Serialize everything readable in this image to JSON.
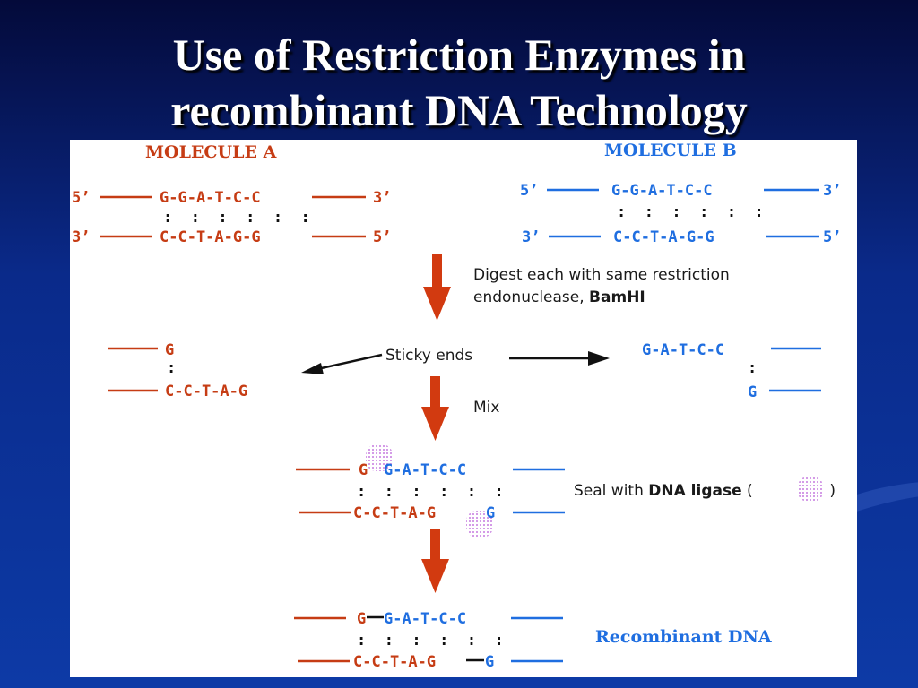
{
  "slide": {
    "title_line1": "Use of Restriction Enzymes in",
    "title_line2": "recombinant DNA Technology"
  },
  "diagram": {
    "molecule_a": {
      "label": "MOLECULE A",
      "top_5": "5’",
      "top_seq": "G-G-A-T-C-C",
      "top_3": "3’",
      "pairs": ":  :  :  :  :  :",
      "bottom_3": "3’",
      "bottom_seq": "C-C-T-A-G-G",
      "bottom_5": "5’"
    },
    "molecule_b": {
      "label": "MOLECULE B",
      "top_5": "5’",
      "top_seq": "G-G-A-T-C-C",
      "top_3": "3’",
      "pairs": ":  :  :  :  :  :",
      "bottom_3": "3’",
      "bottom_seq": "C-C-T-A-G-G",
      "bottom_5": "5’"
    },
    "step1": {
      "line1": "Digest each with same restriction",
      "line2_prefix": "endonuclease, ",
      "line2_bold": "BamHI"
    },
    "sticky": {
      "label": "Sticky ends",
      "a_top": "G",
      "a_pair": ":",
      "a_bottom": "C-C-T-A-G",
      "b_top": "G-A-T-C-C",
      "b_pair": ":",
      "b_bottom": "G"
    },
    "step2": {
      "label": "Mix"
    },
    "mixed": {
      "top_red": "G",
      "top_blue": "G-A-T-C-C",
      "pairs": ":  :  :  :  :  :",
      "bottom_red": "C-C-T-A-G",
      "bottom_blue": "G"
    },
    "seal": {
      "prefix": "Seal with ",
      "bold": "DNA ligase",
      "open": " (",
      "close": " )"
    },
    "recombinant": {
      "top_red": "G",
      "top_blue": "G-A-T-C-C",
      "pairs": ":  :  :  :  :  :",
      "bottom_red": "C-C-T-A-G",
      "bottom_blue": "G",
      "label": "Recombinant DNA"
    },
    "colors": {
      "molecule_a": "#c63c14",
      "molecule_b": "#1f6ee0",
      "arrow": "#d23a10",
      "ligase": "#c77be0"
    }
  }
}
